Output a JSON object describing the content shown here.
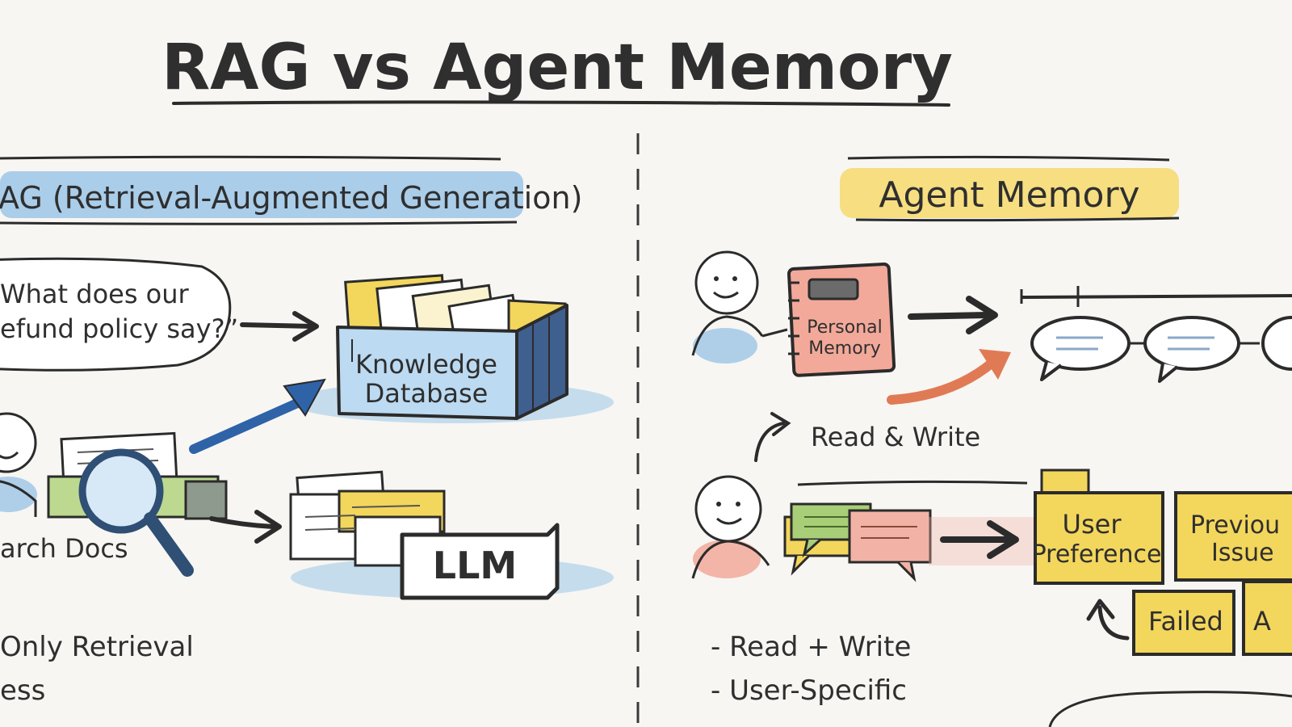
{
  "title": "RAG vs Agent Memory",
  "rag": {
    "heading": "AG (Retrieval-Augmented Generation)",
    "question_line1": "What does our",
    "question_line2": "efund policy say?”",
    "kb_line1": "Knowledge",
    "kb_line2": "Database",
    "search_label": "arch Docs",
    "llm_label": "LLM",
    "note_line1": "Only Retrieval",
    "note_line2": "ess"
  },
  "memory": {
    "heading": "Agent Memory",
    "notebook_line1": "Personal",
    "notebook_line2": "Memory",
    "read_write_label": "Read & Write",
    "note_user_preference_1": "User",
    "note_user_preference_2": "Preference",
    "note_previous_1": "Previou",
    "note_previous_2": "Issue",
    "note_failed": "Failed",
    "note_partial": "A",
    "bullet_1": "- Read + Write",
    "bullet_2": "- User-Specific"
  },
  "colors": {
    "ink": "#2b2b2b",
    "rag_blue": "#9cc6e6",
    "arrow_blue": "#2f63a8",
    "memory_yellow": "#f7dc7a",
    "note_yellow": "#f3d65c",
    "arrow_orange": "#e07a55",
    "notebook_pink": "#f2a99a",
    "green_note": "#a8cf78",
    "pink_note": "#f2b3a6"
  }
}
